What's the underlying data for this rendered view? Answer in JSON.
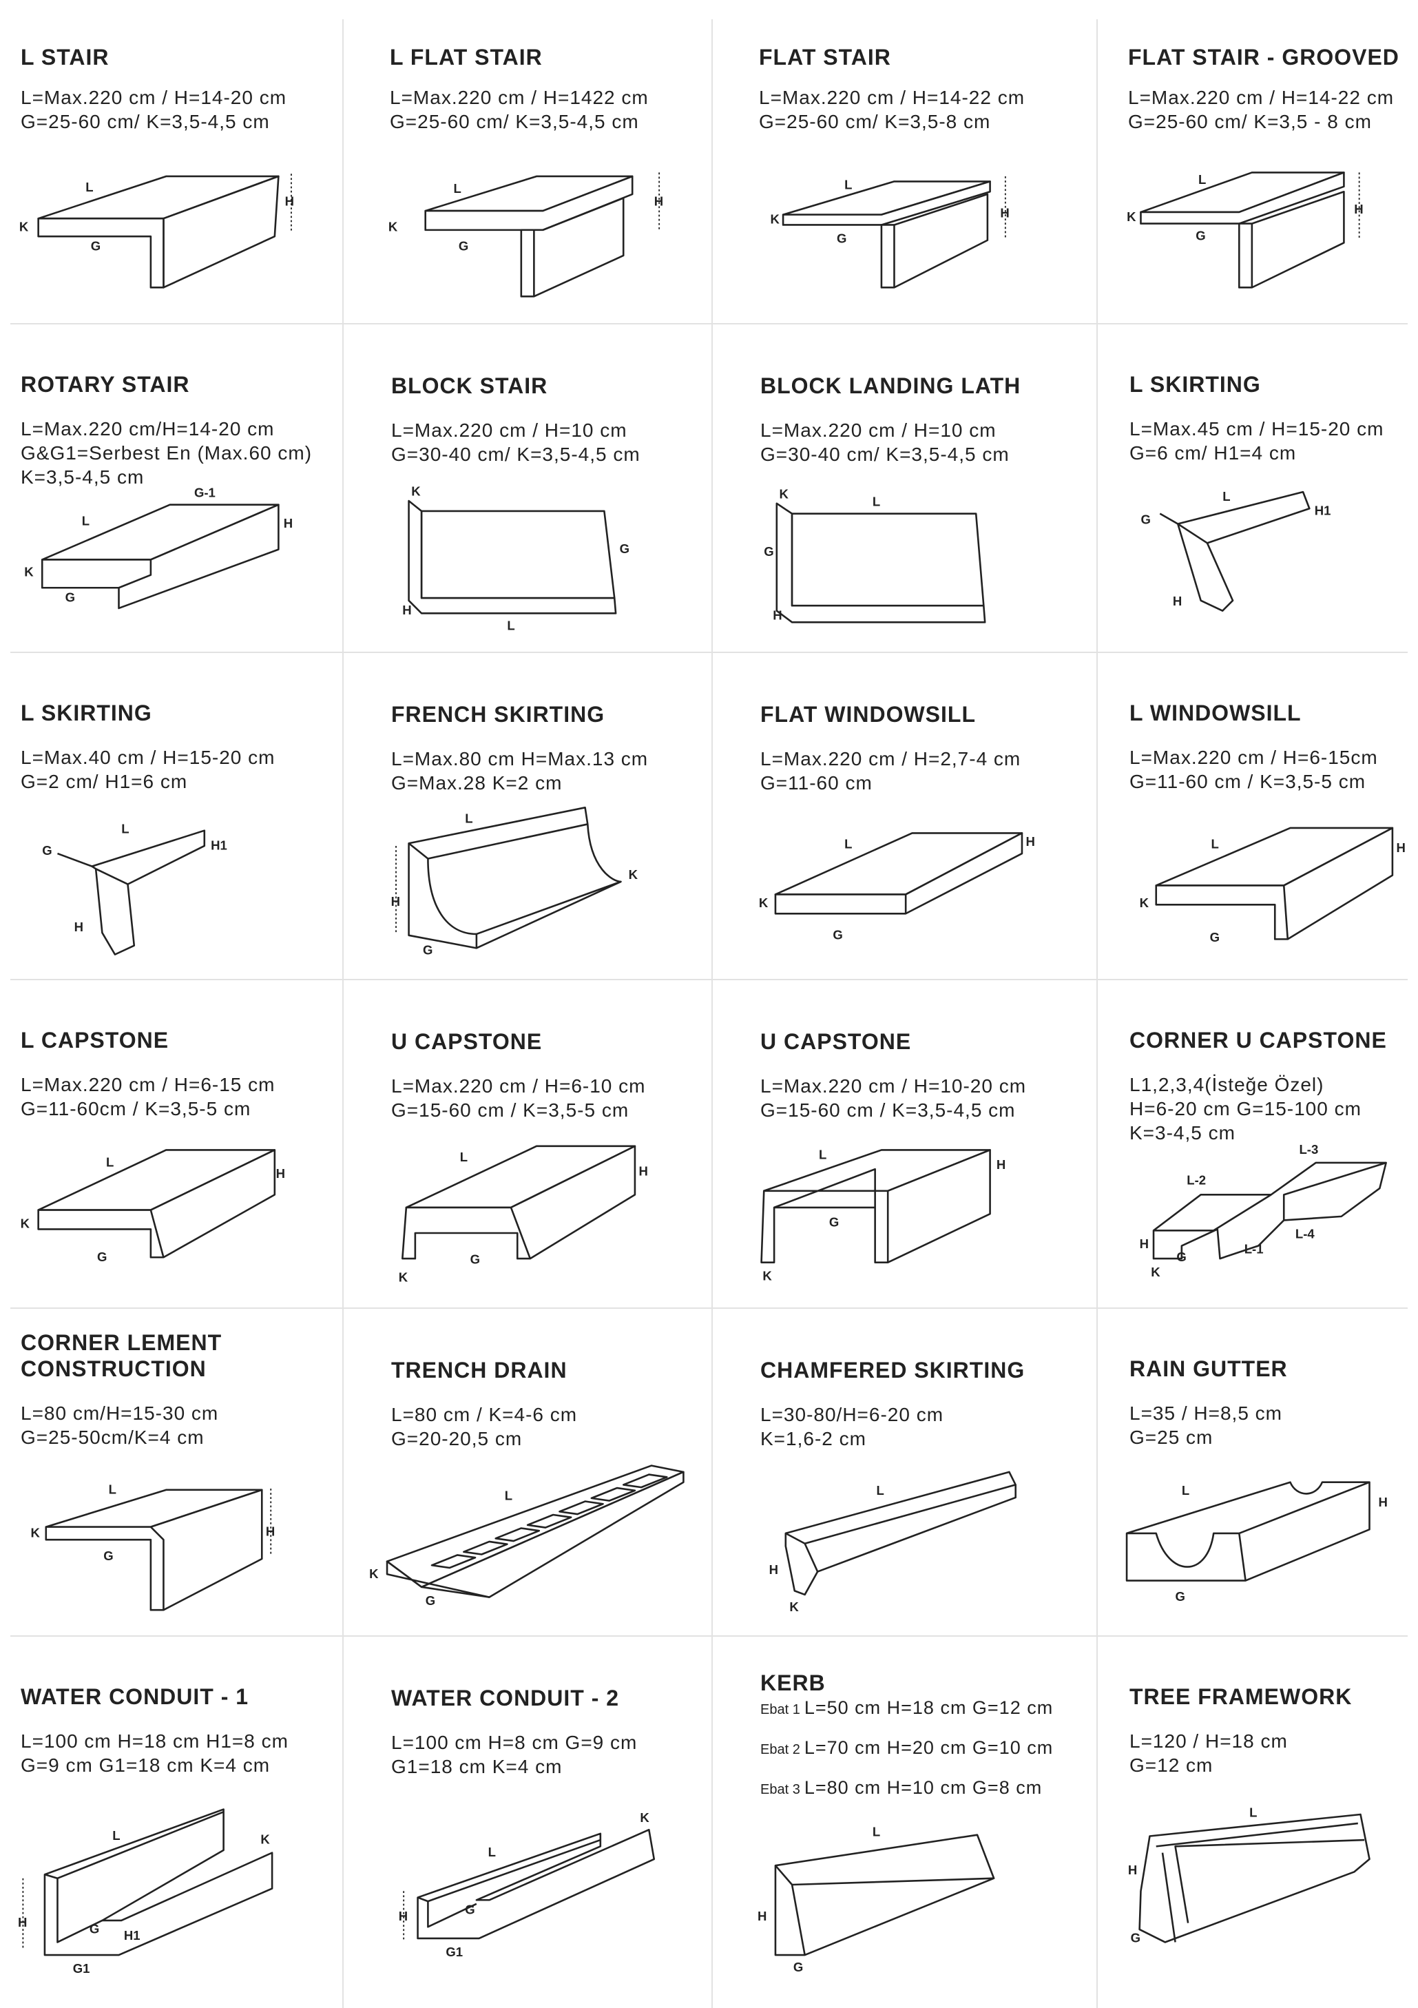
{
  "cards": [
    {
      "title": [
        "L STAIR"
      ],
      "lines": [
        "L=Max.220 cm / H=14-20 cm",
        "G=25-60 cm/ K=3,5-4,5 cm"
      ],
      "labels": [
        "L",
        "G",
        "K",
        "H"
      ]
    },
    {
      "title": [
        "L FLAT STAIR"
      ],
      "lines": [
        "L=Max.220 cm / H=1422 cm",
        "G=25-60 cm/ K=3,5-4,5 cm"
      ],
      "labels": [
        "L",
        "G",
        "K",
        "H"
      ]
    },
    {
      "title": [
        "FLAT STAIR"
      ],
      "lines": [
        "L=Max.220 cm / H=14-22 cm",
        "G=25-60 cm/ K=3,5-8 cm"
      ],
      "labels": [
        "L",
        "G",
        "K",
        "H"
      ]
    },
    {
      "title": [
        "FLAT STAIR - GROOVED"
      ],
      "lines": [
        "L=Max.220 cm / H=14-22 cm",
        "G=25-60 cm/ K=3,5 - 8 cm"
      ],
      "labels": [
        "L",
        "G",
        "K",
        "H"
      ]
    },
    {
      "title": [
        "ROTARY STAIR"
      ],
      "lines": [
        "L=Max.220 cm/H=14-20 cm",
        "G&G1=Serbest En (Max.60 cm)",
        "K=3,5-4,5 cm"
      ],
      "labels": [
        "G-1",
        "L",
        "H",
        "K",
        "G"
      ]
    },
    {
      "title": [
        "BLOCK STAIR"
      ],
      "lines": [
        "L=Max.220 cm / H=10 cm",
        "G=30-40 cm/ K=3,5-4,5 cm"
      ],
      "labels": [
        "K",
        "G",
        "H",
        "L"
      ]
    },
    {
      "title": [
        "BLOCK LANDING LATH"
      ],
      "lines": [
        "L=Max.220 cm / H=10 cm",
        "G=30-40 cm/ K=3,5-4,5 cm"
      ],
      "labels": [
        "K",
        "L",
        "G",
        "H"
      ]
    },
    {
      "title": [
        "L SKIRTING"
      ],
      "lines": [
        "L=Max.45 cm / H=15-20 cm",
        "G=6 cm/ H1=4 cm"
      ],
      "labels": [
        "G",
        "L",
        "H1",
        "H"
      ]
    },
    {
      "title": [
        "L SKIRTING"
      ],
      "lines": [
        "L=Max.40 cm / H=15-20 cm",
        "G=2 cm/ H1=6 cm"
      ],
      "labels": [
        "G",
        "L",
        "H1",
        "H"
      ]
    },
    {
      "title": [
        "FRENCH SKIRTING"
      ],
      "lines": [
        "L=Max.80 cm H=Max.13 cm",
        "G=Max.28 K=2 cm"
      ],
      "labels": [
        "L",
        "K",
        "H",
        "G"
      ]
    },
    {
      "title": [
        "FLAT WINDOWSILL"
      ],
      "lines": [
        "L=Max.220 cm / H=2,7-4 cm",
        "G=11-60 cm"
      ],
      "labels": [
        "L",
        "H",
        "K",
        "G"
      ]
    },
    {
      "title": [
        "L WINDOWSILL"
      ],
      "lines": [
        "L=Max.220 cm / H=6-15cm",
        "G=11-60 cm / K=3,5-5 cm"
      ],
      "labels": [
        "L",
        "H",
        "K",
        "G"
      ]
    },
    {
      "title": [
        "L CAPSTONE"
      ],
      "lines": [
        "L=Max.220 cm / H=6-15 cm",
        "G=11-60cm / K=3,5-5 cm"
      ],
      "labels": [
        "L",
        "H",
        "K",
        "G"
      ]
    },
    {
      "title": [
        "U CAPSTONE"
      ],
      "lines": [
        "L=Max.220 cm / H=6-10 cm",
        "G=15-60 cm / K=3,5-5 cm"
      ],
      "labels": [
        "L",
        "H",
        "K",
        "G"
      ]
    },
    {
      "title": [
        "U CAPSTONE"
      ],
      "lines": [
        "L=Max.220 cm / H=10-20 cm",
        "G=15-60 cm / K=3,5-4,5 cm"
      ],
      "labels": [
        "L",
        "H",
        "K",
        "G"
      ]
    },
    {
      "title": [
        "CORNER U CAPSTONE"
      ],
      "lines": [
        "L1,2,3,4(İsteğe Özel)",
        "H=6-20 cm G=15-100 cm",
        "K=3-4,5 cm"
      ],
      "labels": [
        "L-3",
        "L-2",
        "H",
        "G",
        "L-1",
        "L-4",
        "K"
      ]
    },
    {
      "title": [
        "CORNER LEMENT",
        "CONSTRUCTION"
      ],
      "lines": [
        "L=80 cm/H=15-30 cm",
        "G=25-50cm/K=4 cm"
      ],
      "labels": [
        "L",
        "K",
        "G",
        "H"
      ]
    },
    {
      "title": [
        "TRENCH DRAIN"
      ],
      "lines": [
        "L=80 cm / K=4-6 cm",
        "G=20-20,5 cm"
      ],
      "labels": [
        "L",
        "K",
        "G"
      ]
    },
    {
      "title": [
        "CHAMFERED SKIRTING"
      ],
      "lines": [
        "L=30-80/H=6-20 cm",
        "K=1,6-2 cm"
      ],
      "labels": [
        "L",
        "H",
        "K"
      ]
    },
    {
      "title": [
        "RAIN GUTTER"
      ],
      "lines": [
        "L=35 / H=8,5 cm",
        "G=25 cm"
      ],
      "labels": [
        "L",
        "H",
        "G"
      ]
    },
    {
      "title": [
        "WATER CONDUIT - 1"
      ],
      "lines": [
        "L=100 cm H=18 cm H1=8 cm",
        "G=9 cm G1=18 cm K=4 cm"
      ],
      "labels": [
        "L",
        "K",
        "H1",
        "G",
        "G1",
        "H"
      ]
    },
    {
      "title": [
        "WATER CONDUIT - 2"
      ],
      "lines": [
        "L=100 cm H=8 cm G=9 cm",
        "G1=18 cm K=4 cm"
      ],
      "labels": [
        "L",
        "K",
        "G",
        "G1",
        "H"
      ]
    },
    {
      "title": [
        "KERB"
      ],
      "kerb": true,
      "lines": [
        "L=50 cm  H=18 cm  G=12 cm",
        "L=70 cm  H=20 cm  G=10 cm",
        "L=80 cm  H=10 cm  G=8 cm"
      ],
      "prefixes": [
        "Ebat 1",
        "Ebat 2",
        "Ebat 3"
      ],
      "labels": [
        "L",
        "H",
        "G"
      ]
    },
    {
      "title": [
        "TREE FRAMEWORK"
      ],
      "lines": [
        "L=120 / H=18 cm",
        "G=12 cm"
      ],
      "labels": [
        "L",
        "H",
        "G"
      ]
    }
  ]
}
